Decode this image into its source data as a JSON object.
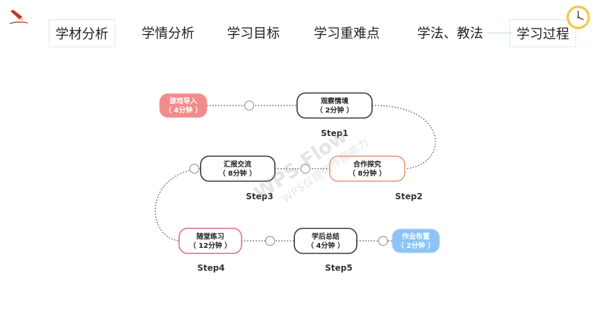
{
  "nav": {
    "items": [
      {
        "label": "学材分析"
      },
      {
        "label": "学情分析"
      },
      {
        "label": "学习目标"
      },
      {
        "label": "学习重难点"
      },
      {
        "label": "学法、教法"
      },
      {
        "label": "学习过程"
      }
    ]
  },
  "flow": {
    "nodes": [
      {
        "line1": "游戏导入",
        "line2": "（ 4分钟 ）",
        "style": "red-filled"
      },
      {
        "line1": "观察情境",
        "line2": "（ 2分钟 ）",
        "style": "dark"
      },
      {
        "line1": "合作探究",
        "line2": "（ 8分钟 ）",
        "style": "orange"
      },
      {
        "line1": "汇报交流",
        "line2": "（ 8分钟 ）",
        "style": "dark"
      },
      {
        "line1": "随堂练习",
        "line2": "（ 12分钟 ）",
        "style": "pink"
      },
      {
        "line1": "学后总结",
        "line2": "（ 4分钟 ）",
        "style": "dark"
      },
      {
        "line1": "作业布置",
        "line2": "（ 2分钟 ）",
        "style": "blue-filled"
      }
    ],
    "steps": [
      "Step1",
      "Step2",
      "Step3",
      "Step4",
      "Step5"
    ]
  },
  "watermark": {
    "line1": "WPS Flow",
    "line2": "WPS仅提供作图能力"
  },
  "colors": {
    "red_fill": "#f28b8b",
    "orange_border": "#e8a07e",
    "pink_border": "#e07a9a",
    "blue_fill": "#8cc4f5",
    "dark_border": "#333333",
    "nav_box_border": "#d6ecec"
  }
}
